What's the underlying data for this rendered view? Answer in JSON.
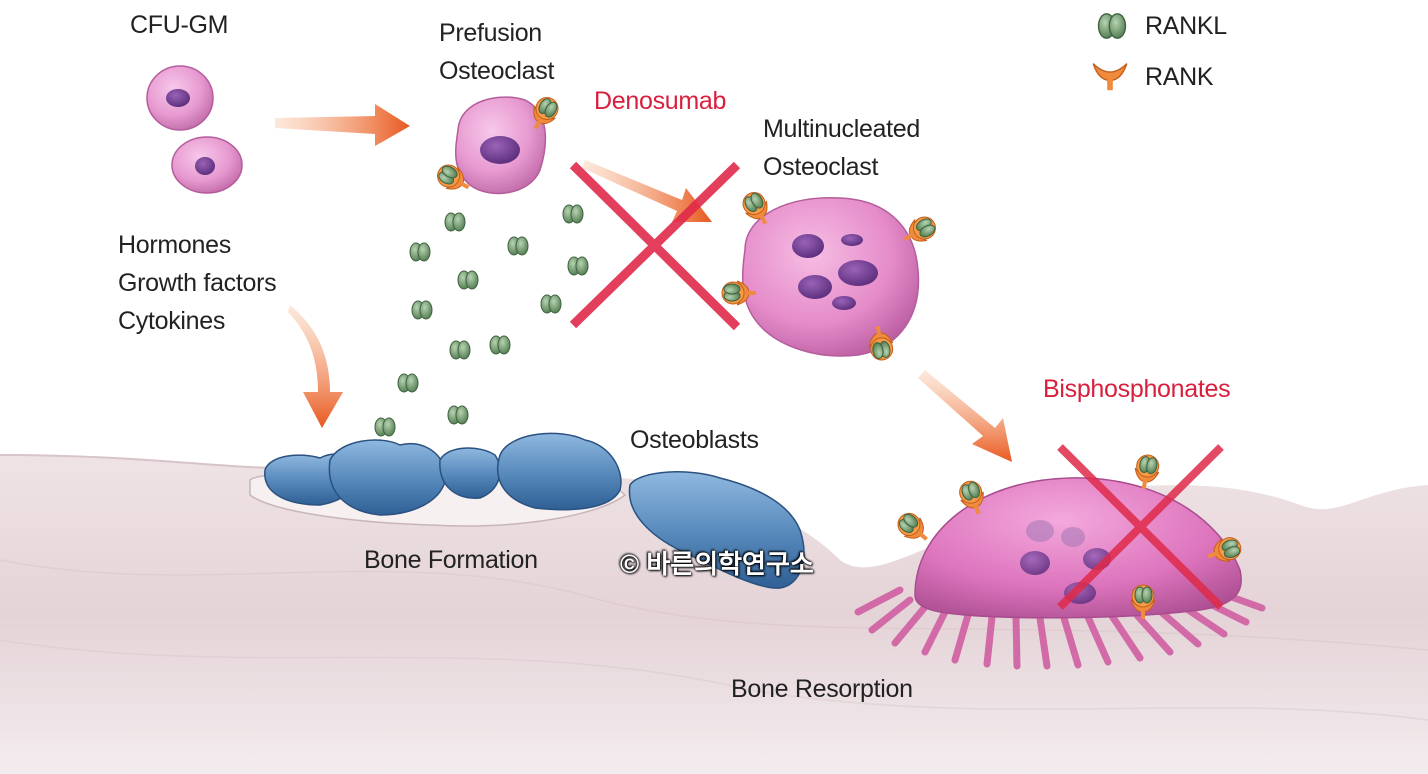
{
  "labels": {
    "cfu_gm": "CFU-GM",
    "prefusion_line1": "Prefusion",
    "prefusion_line2": "Osteoclast",
    "denosumab": "Denosumab",
    "multinucleated_line1": "Multinucleated",
    "multinucleated_line2": "Osteoclast",
    "hormones": "Hormones",
    "growth_factors": "Growth factors",
    "cytokines": "Cytokines",
    "osteoblasts": "Osteoblasts",
    "bone_formation": "Bone Formation",
    "watermark": "© 바른의학연구소",
    "bisphosphonates": "Bisphosphonates",
    "bone_resorption": "Bone Resorption"
  },
  "legend": {
    "rankl": "RANKL",
    "rank": "RANK"
  },
  "colors": {
    "inhibitor_red": "#d81f3d",
    "arrow_orange": "#e8581e",
    "cell_pink": "#e79ad0",
    "nucleus_purple": "#6e3a8e",
    "osteoblast_blue": "#5a8cbe",
    "rankl_green": "#6f9a6c",
    "rank_orange": "#f08a3c",
    "bone_tone": "#e9dadd"
  }
}
